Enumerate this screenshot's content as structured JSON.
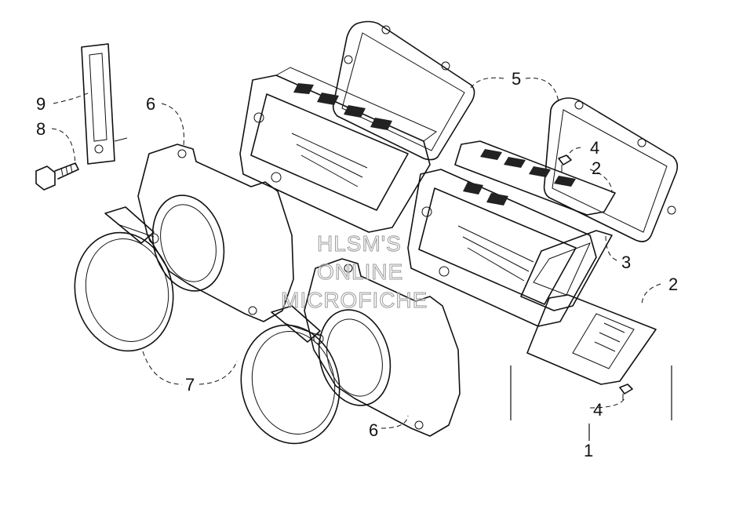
{
  "callouts": {
    "c1": "1",
    "c2a": "2",
    "c2b": "2",
    "c3": "3",
    "c4a": "4",
    "c4b": "4",
    "c5": "5",
    "c6a": "6",
    "c6b": "6",
    "c7": "7",
    "c8": "8",
    "c9": "9"
  },
  "watermark": {
    "line1": "HLSM'S",
    "line2": "ONLINE",
    "line3": "MICROFICHE"
  }
}
